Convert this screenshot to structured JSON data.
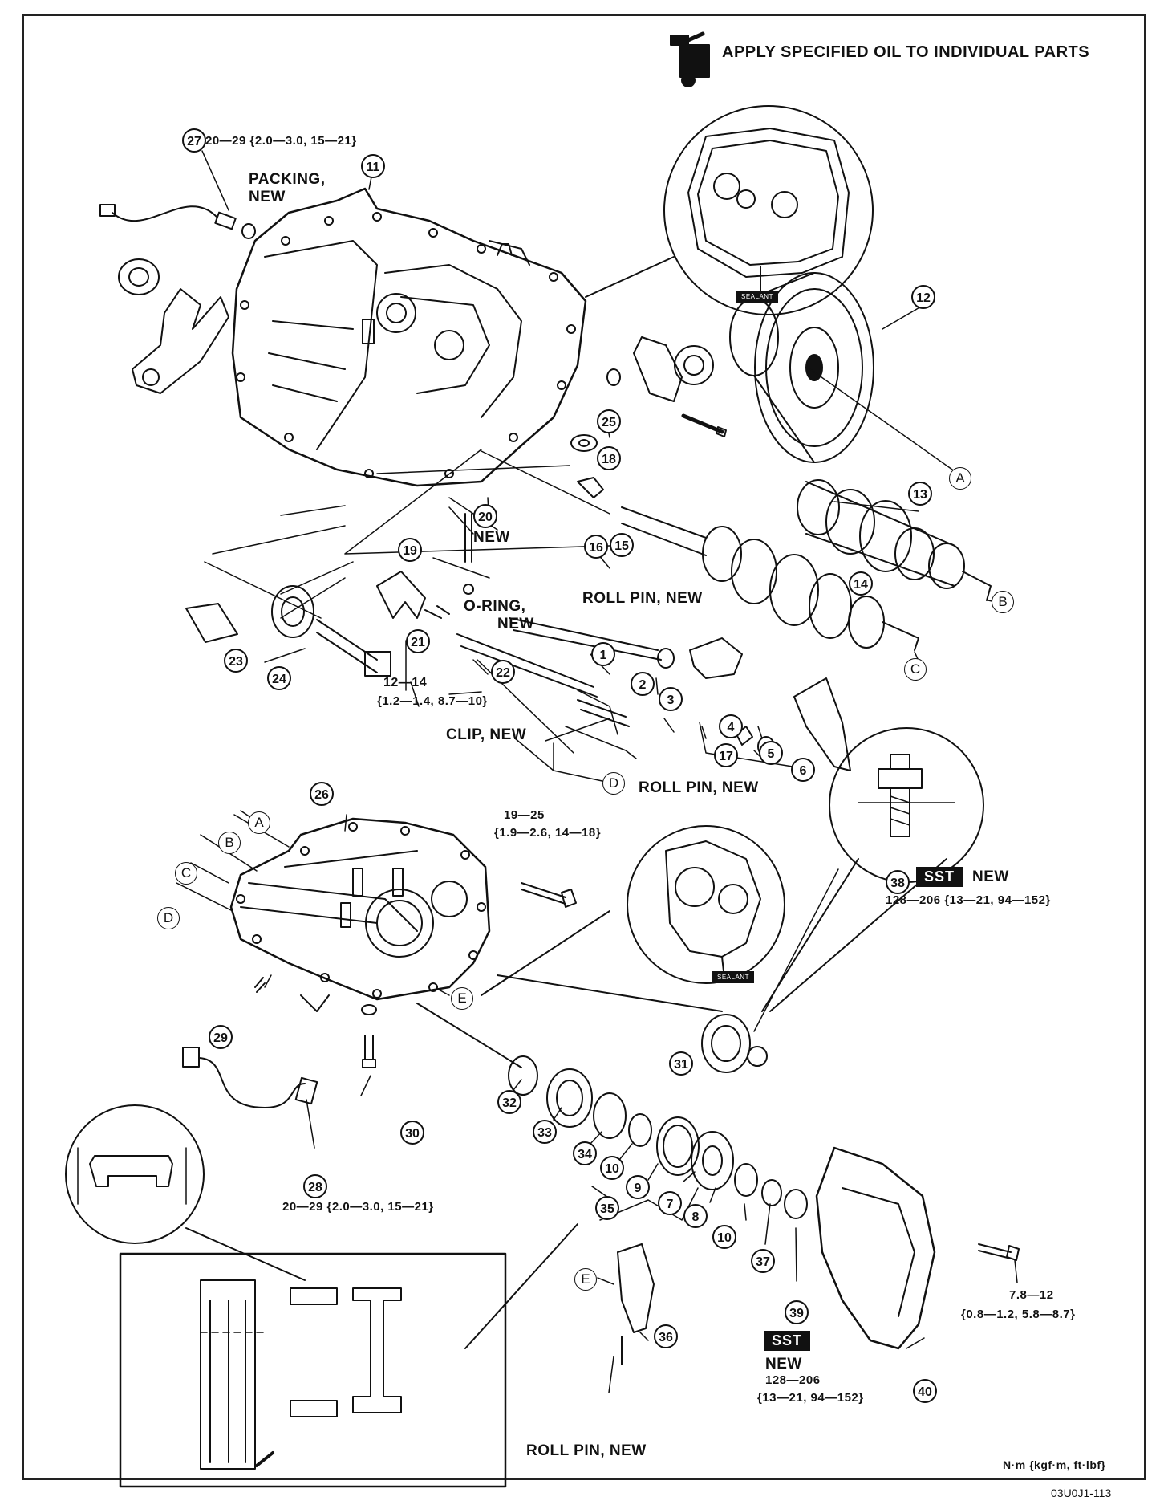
{
  "header": {
    "instruction": "APPLY SPECIFIED OIL TO INDIVIDUAL PARTS"
  },
  "labels": {
    "torque_27": "20—29 {2.0—3.0, 15—21}",
    "packing_1": "PACKING,",
    "packing_2": "NEW",
    "new_20": "NEW",
    "oring_1": "O-RING,",
    "oring_2": "NEW",
    "rollpin_top": "ROLL PIN, NEW",
    "torque_21_1": "12—14",
    "torque_21_2": "{1.2—1.4, 8.7—10}",
    "clip_new": "CLIP, NEW",
    "rollpin_mid": "ROLL PIN, NEW",
    "torque_bolt_1": "19—25",
    "torque_bolt_2": "{1.9—2.6, 14—18}",
    "sst": "SST",
    "new": "NEW",
    "torque_38": "128—206 {13—21, 94—152}",
    "torque_28": "20—29 {2.0—3.0, 15—21}",
    "torque_40_1": "7.8—12",
    "torque_40_2": "{0.8—1.2, 5.8—8.7}",
    "torque_39_1": "128—206",
    "torque_39_2": "{13—21, 94—152}",
    "rollpin_bottom": "ROLL PIN, NEW",
    "units": "N·m {kgf·m, ft·lbf}",
    "sealant": "SEALANT"
  },
  "refs": {
    "n1": "1",
    "n2": "2",
    "n3": "3",
    "n4": "4",
    "n5": "5",
    "n6": "6",
    "n7": "7",
    "n8": "8",
    "n9": "9",
    "n10a": "10",
    "n10b": "10",
    "n11": "11",
    "n12": "12",
    "n13": "13",
    "n14": "14",
    "n15": "15",
    "n16": "16",
    "n17": "17",
    "n18": "18",
    "n19": "19",
    "n20": "20",
    "n21": "21",
    "n22": "22",
    "n23": "23",
    "n24": "24",
    "n25": "25",
    "n26": "26",
    "n27": "27",
    "n28": "28",
    "n29": "29",
    "n30": "30",
    "n31": "31",
    "n32": "32",
    "n33": "33",
    "n34": "34",
    "n35": "35",
    "n36": "36",
    "n37": "37",
    "n38": "38",
    "n39": "39",
    "n40": "40",
    "A1": "A",
    "A2": "A",
    "B1": "B",
    "B2": "B",
    "C1": "C",
    "C2": "C",
    "D1": "D",
    "D2": "D",
    "E1": "E",
    "E2": "E"
  },
  "footer": {
    "code": "03U0J1-113"
  }
}
